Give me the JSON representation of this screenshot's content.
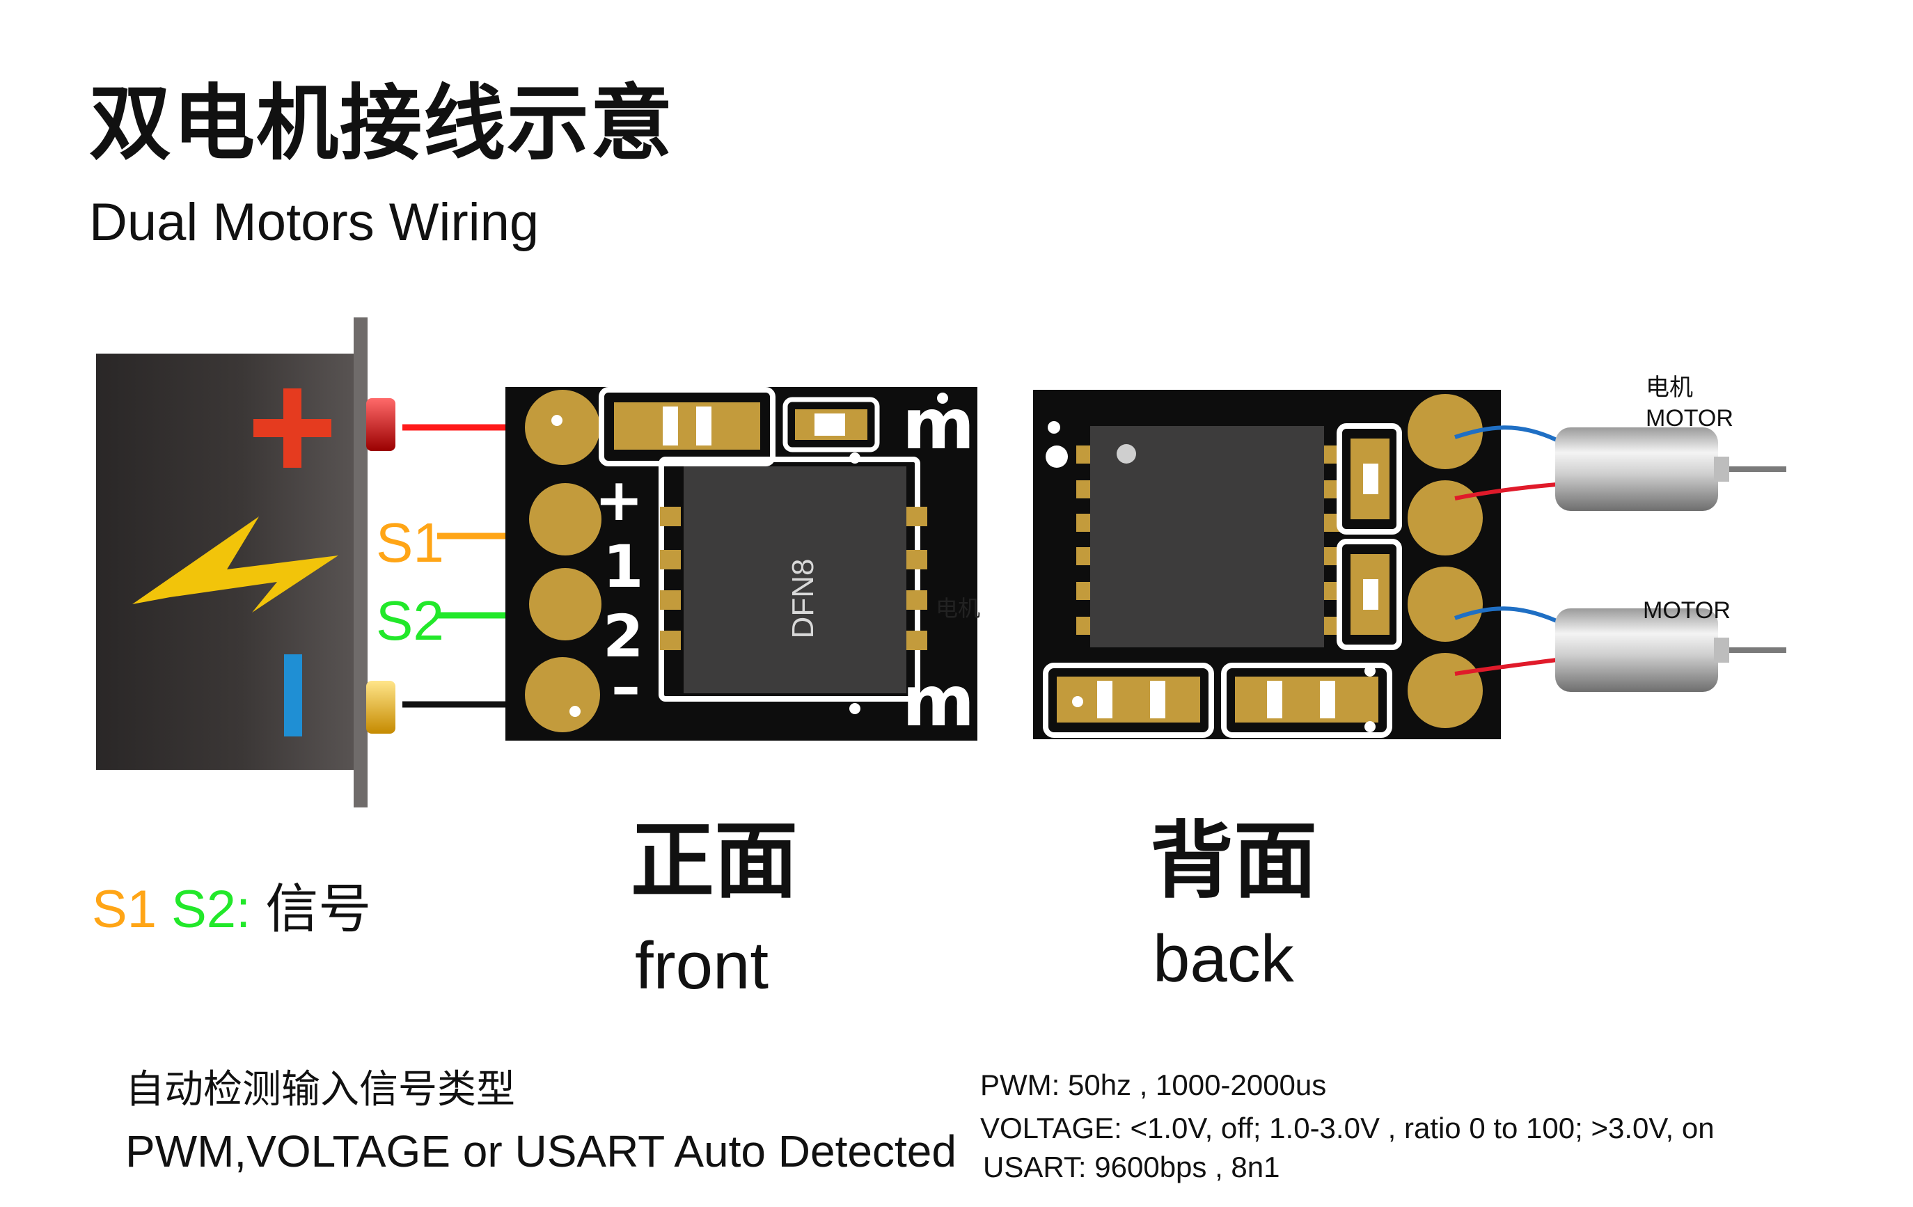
{
  "title": {
    "cn": "双电机接线示意",
    "en": "Dual Motors Wiring"
  },
  "battery": {
    "plus_sign": "+",
    "minus_sign": "|"
  },
  "signals": {
    "s1": "S1",
    "s2": "S2"
  },
  "front_board": {
    "pad_labels": [
      "+",
      "1",
      "2",
      "–"
    ],
    "chip_label": "DFN8",
    "m_top": "m",
    "m_bottom": "m",
    "stray_label": "电机"
  },
  "back_board": {
    "motor_top_cn": "电机",
    "motor_top_en": "MOTOR",
    "motor_bottom_en": "MOTOR"
  },
  "faces": {
    "front_cn": "正面",
    "front_en": "front",
    "back_cn": "背面",
    "back_en": "back"
  },
  "legend": {
    "s1": "S1",
    "s2": "S2:",
    "meaning": "信号"
  },
  "auto_detect": {
    "cn": "自动检测输入信号类型",
    "en": "PWM,VOLTAGE or USART Auto Detected"
  },
  "specs": {
    "pwm": "PWM: 50hz , 1000-2000us",
    "voltage": "VOLTAGE:  <1.0V, off; 1.0-3.0V , ratio 0 to 100; >3.0V, on",
    "usart": "USART:  9600bps , 8n1"
  },
  "colors": {
    "red": "#ff1a1a",
    "orange": "#ffa516",
    "green": "#22e82a",
    "blue": "#1f8fd4",
    "gold": "#c39b3c",
    "pcb": "#0d0d0d"
  }
}
